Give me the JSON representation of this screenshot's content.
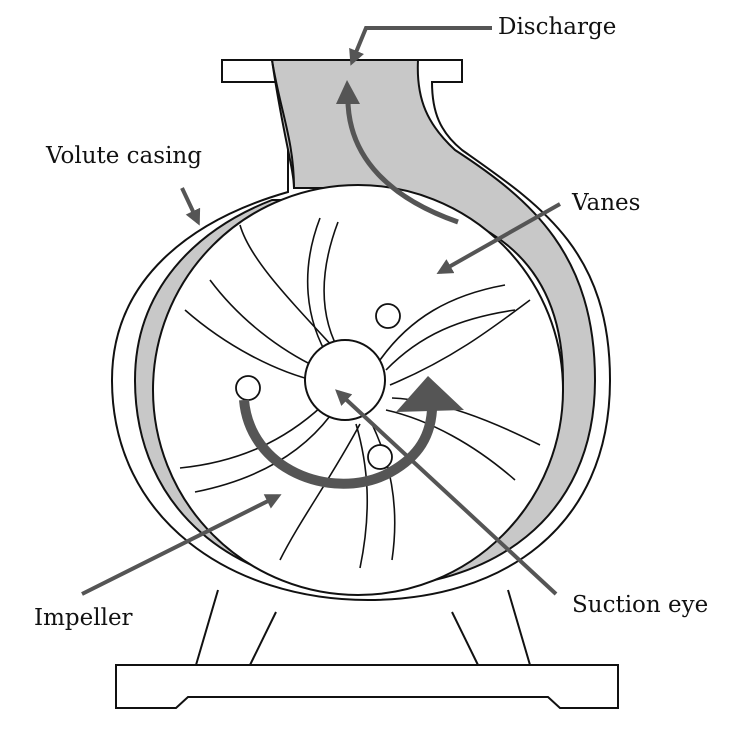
{
  "labels": {
    "discharge": "Discharge",
    "volute_casing": "Volute casing",
    "vanes": "Vanes",
    "impeller": "Impeller",
    "suction_eye": "Suction eye"
  },
  "colors": {
    "outline": "#111111",
    "volute_fill": "#c8c8c8",
    "arrow": "#555555",
    "background": "#ffffff"
  }
}
